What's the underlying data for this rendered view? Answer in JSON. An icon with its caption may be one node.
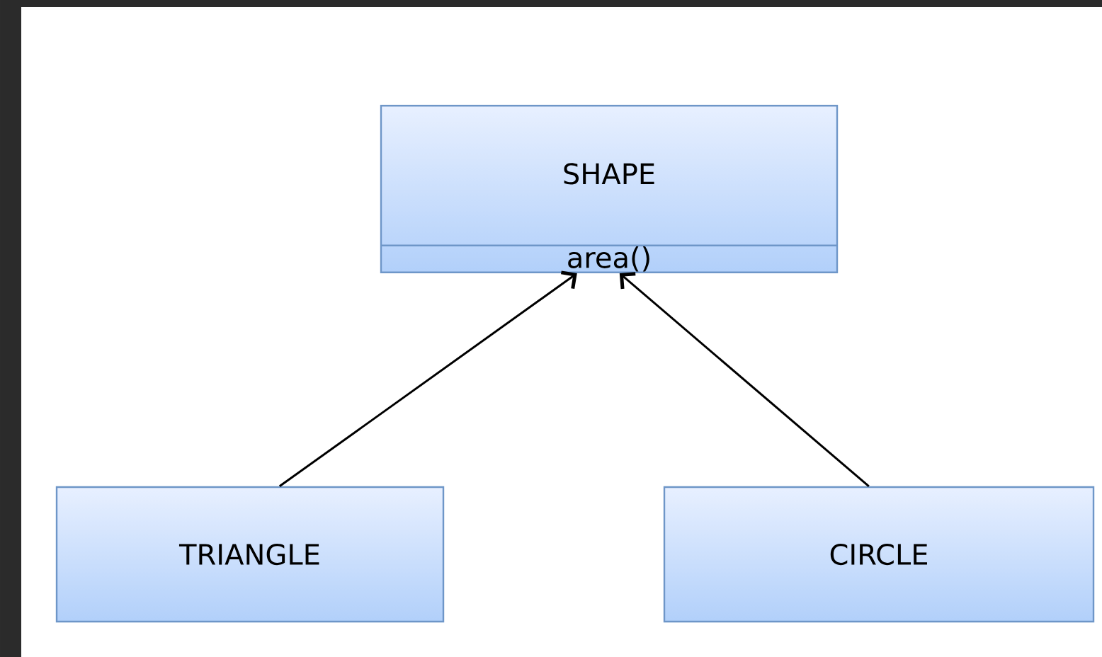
{
  "diagram": {
    "nodes": [
      {
        "text": [
          "SHAPE",
          "area()"
        ]
      },
      {
        "text": [
          "TRIANGLE"
        ]
      },
      {
        "text": [
          "CIRCLE"
        ]
      }
    ],
    "edges": [
      {
        "from": 1,
        "to": 0,
        "arrow": "to"
      },
      {
        "from": 2,
        "to": 0,
        "arrow": "to"
      }
    ]
  }
}
